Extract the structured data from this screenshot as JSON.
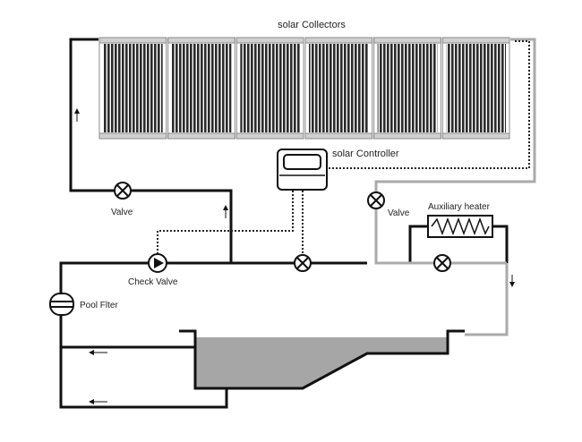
{
  "labels": {
    "collectors": "solar Collectors",
    "controller": "solar Controller",
    "valve_left": "Valve",
    "valve_right": "Valve",
    "aux_heater": "Auxiliary heater",
    "check_valve": "Check Valve",
    "pool_filter": "Pool Flter"
  },
  "collector_panel_count": 6,
  "icons": {
    "valve": "valve-icon",
    "pump": "check-valve-icon",
    "filter": "pool-filter-icon",
    "heater": "heater-coil-icon",
    "controller": "controller-icon",
    "arrow": "flow-arrow-icon"
  },
  "colors": {
    "supply_pipe": "#111111",
    "return_pipe": "#aaaaaa",
    "water": "#a6a6a6",
    "panel_tube": "#2b2b2b",
    "panel_frame": "#8c8c8c",
    "control_wire": "#222222"
  }
}
